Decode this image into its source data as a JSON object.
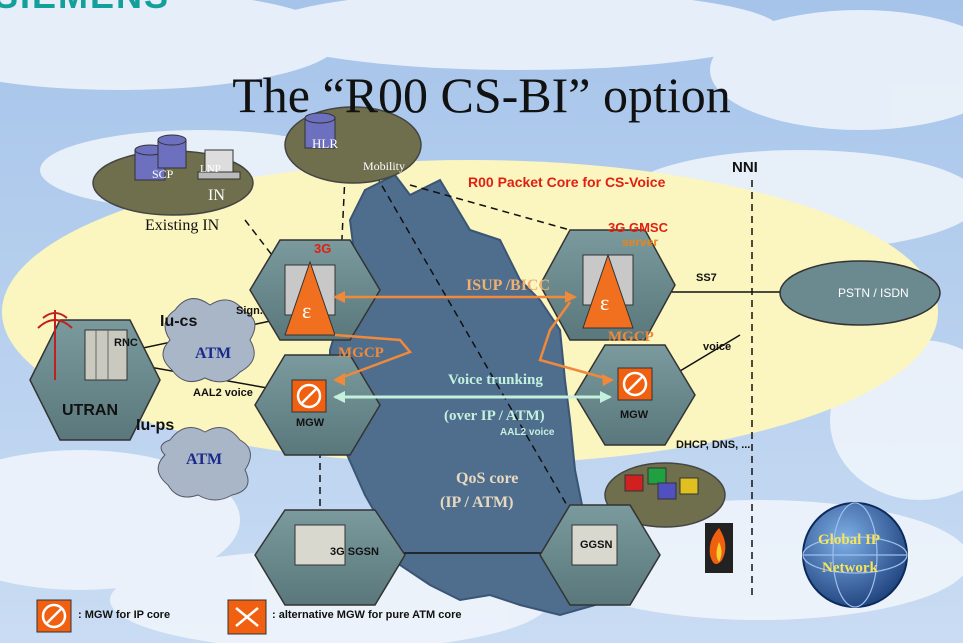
{
  "logo_text": "SIEMENS",
  "title": "The “R00 CS-BI” option",
  "colors": {
    "sky": "#aac8ec",
    "cloud": "#eef4fb",
    "core_ellipse": "#fbf6c0",
    "hexagon": "#6b8a8f",
    "orange": "#f0893a",
    "accent_text": "#e8841e",
    "mint": "#c4f0dd",
    "qos_core": "#4f6e8e",
    "atm_cloud": "#a8b6c7",
    "oval_fill": "#6f6f4e",
    "globe": "#2c5a9c",
    "red_text": "#e02010"
  },
  "labels": {
    "r00_packet_core": "R00 Packet Core for CS-Voice",
    "nni": "NNI",
    "hlr": "HLR",
    "mobility": "Mobility",
    "scp": "SCP",
    "lnp": "LNP",
    "in": "IN",
    "existing_in": "Existing IN",
    "gsc_left": "3G",
    "gmsc": "3G GMSC",
    "gmsc_server": "server",
    "isup_bicc": "ISUP /BICC",
    "ss7": "SS7",
    "pstn": "PSTN / ISDN",
    "sign": "Sign.",
    "iu_cs": "Iu-cs",
    "rnc": "RNC",
    "atm_1": "ATM",
    "atm_2": "ATM",
    "mgcp_left": "MGCP",
    "mgcp_right": "MGCP",
    "voice": "voice",
    "aal2_voice_left": "AAL2 voice",
    "voice_trunking": "Voice trunking",
    "over_ip_atm": "(over IP / ATM)",
    "aal2_voice_right": "AAL2 voice",
    "utran": "UTRAN",
    "iu_ps": "Iu-ps",
    "mgw_left": "MGW",
    "mgw_right": "MGW",
    "dhcp_dns": "DHCP, DNS, ...",
    "qos_core": "QoS  core",
    "qos_ip_atm": "(IP / ATM)",
    "sgsn": "3G SGSN",
    "ggsn": "GGSN",
    "global_ip": "Global IP",
    "network": "Network"
  },
  "legend": {
    "mgw_ip": ": MGW for IP core",
    "mgw_atm": ": alternative MGW for pure ATM core"
  }
}
